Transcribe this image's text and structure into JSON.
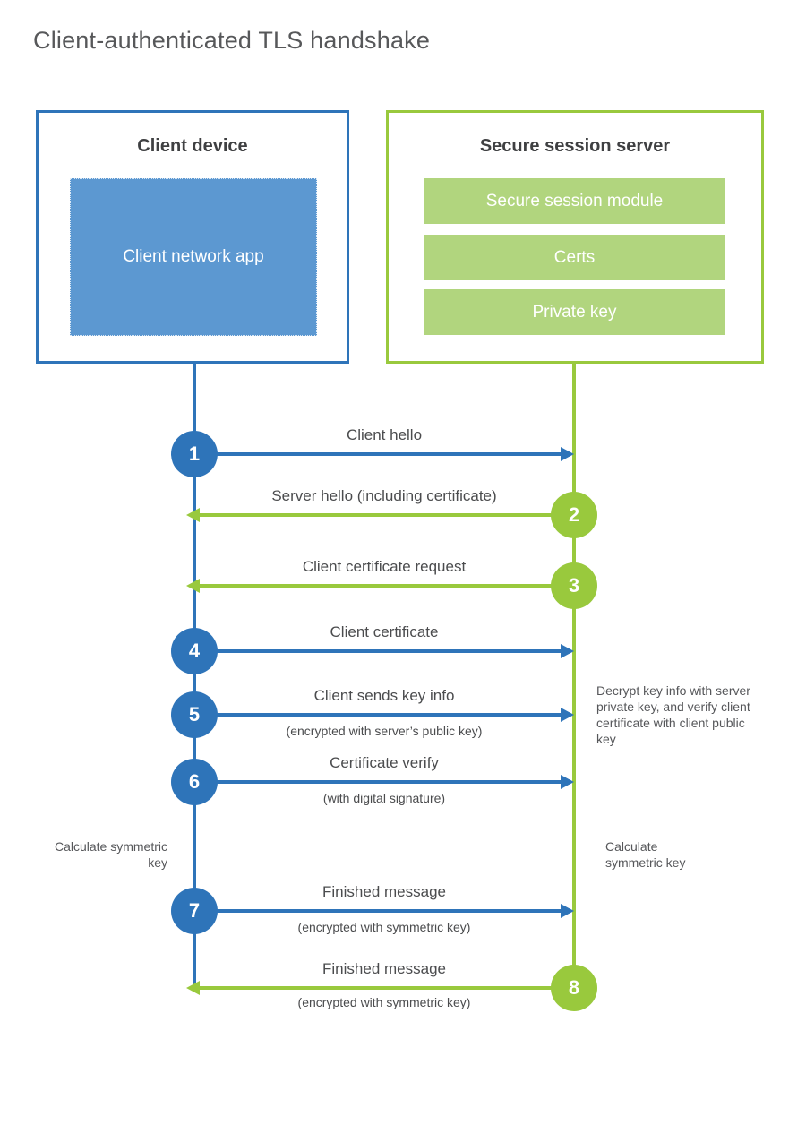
{
  "title": "Client-authenticated TLS handshake",
  "colors": {
    "blue": "#2e74b9",
    "blue_fill": "#5c98d1",
    "green": "#99c93d",
    "green_fill": "#b1d57e",
    "title_gray": "#57585a",
    "label_gray": "#4b4c4e"
  },
  "client_box": {
    "title": "Client device",
    "app_label": "Client network app"
  },
  "server_box": {
    "title": "Secure session server",
    "modules": [
      "Secure session module",
      "Certs",
      "Private key"
    ]
  },
  "steps": [
    {
      "num": "1",
      "actor": "client",
      "direction": "right",
      "label": "Client hello",
      "sublabel": ""
    },
    {
      "num": "2",
      "actor": "server",
      "direction": "left",
      "label": "Server hello (including certificate)",
      "sublabel": ""
    },
    {
      "num": "3",
      "actor": "server",
      "direction": "left",
      "label": "Client certificate request",
      "sublabel": ""
    },
    {
      "num": "4",
      "actor": "client",
      "direction": "right",
      "label": "Client certificate",
      "sublabel": ""
    },
    {
      "num": "5",
      "actor": "client",
      "direction": "right",
      "label": "Client sends key info",
      "sublabel": "(encrypted with server’s public key)"
    },
    {
      "num": "6",
      "actor": "client",
      "direction": "right",
      "label": "Certificate verify",
      "sublabel": "(with digital signature)"
    },
    {
      "num": "7",
      "actor": "client",
      "direction": "right",
      "label": "Finished message",
      "sublabel": "(encrypted with symmetric key)"
    },
    {
      "num": "8",
      "actor": "server",
      "direction": "left",
      "label": "Finished message",
      "sublabel": "(encrypted with symmetric key)"
    }
  ],
  "annotations": {
    "decrypt_note": "Decrypt key info with server private key, and verify client certificate with client public key",
    "calc_left": "Calculate symmetric key",
    "calc_right": "Calculate symmetric key"
  }
}
